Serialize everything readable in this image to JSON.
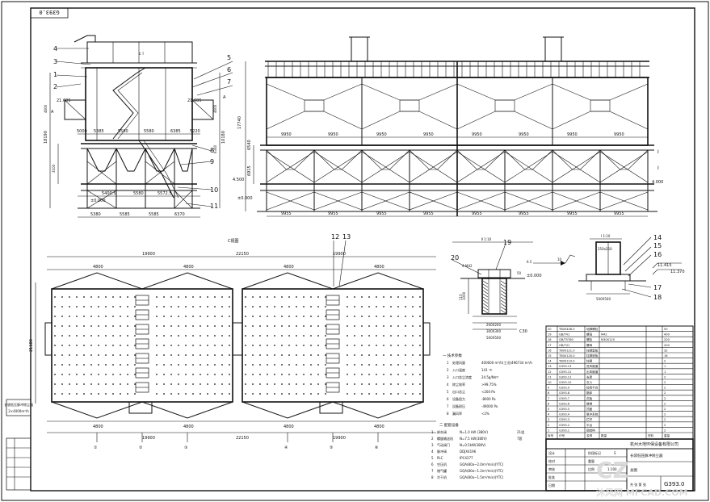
{
  "drawing": {
    "number": "G393.0",
    "number_rot": "G393.0",
    "scale": "1:100"
  },
  "watermark": {
    "brand": "CZ",
    "site": "沐风网 MFCAD.COM"
  },
  "front_elevation": {
    "dims_top_left": [
      "5000",
      "5385",
      "5580",
      "5580",
      "6385",
      "5220"
    ],
    "dims_bottom_left": [
      "5400.5",
      "5580",
      "5572.5"
    ],
    "dims_base": [
      "5380",
      "5585",
      "5585",
      "6370"
    ],
    "h_total": "18190",
    "h_right": "10180",
    "elev_21605_left": "21.605",
    "elev_21605_right": "21.605",
    "elev_4500": "4.500",
    "elev_0": "±0.000",
    "dim_4600_l": "4600",
    "dim_4600_r": "4600",
    "dim_3100": "3100",
    "dim_6340": "6340",
    "label_A": "A",
    "label_c": "c l",
    "callouts_left": [
      "4",
      "3",
      "1",
      "2"
    ],
    "callouts_right": [
      "5",
      "6",
      "7",
      "8",
      "9",
      "10",
      "11"
    ]
  },
  "side_elevation": {
    "dims_top": [
      "9950",
      "9950",
      "9950",
      "9950",
      "9950",
      "9950",
      "9950",
      "9950"
    ],
    "dims_bottom": [
      "9955",
      "9955",
      "9955",
      "9955",
      "9955",
      "9955",
      "9955",
      "9955"
    ],
    "h_total": "17740",
    "dim_6540": "6540",
    "dim_6915": "6915",
    "elev_4500": "4.500",
    "elev_0": "±0.000",
    "elev_right": "4.000",
    "label_I": "I"
  },
  "plan": {
    "dims_top": [
      "19900",
      "22150",
      "19900"
    ],
    "dims_4800": [
      "4800",
      "4800",
      "4800",
      "4800"
    ],
    "dims_bottom": [
      "19900",
      "22150",
      "19900"
    ],
    "dims_4800_b": [
      "4800",
      "4800",
      "4800",
      "4800"
    ],
    "dim_height": "21180",
    "title": "C视图",
    "callouts": [
      "12",
      "13"
    ],
    "axis_labels": [
      "①",
      "②",
      "③",
      "④",
      "⑤",
      "⑥"
    ]
  },
  "detail_1": {
    "title": "Ⅱ 1:10",
    "callouts": [
      "19",
      "20"
    ],
    "dims": [
      "4-M42",
      "110",
      "1000",
      "200X200",
      "300X300",
      "500X500"
    ],
    "elev": "±0.000",
    "dim_50": "50",
    "dim_65": "6.5",
    "dim_10": "10",
    "label_c30": "C30"
  },
  "detail_2": {
    "title": "I 1:10",
    "dim_top": "250x250",
    "callouts": [
      "14",
      "15",
      "16",
      "17",
      "18"
    ],
    "elev_1": "11.415",
    "elev_2": "11.370",
    "dim_bottom": "500X500"
  },
  "tech_spec": {
    "heading_1": "一 技术参数",
    "items": [
      {
        "n": "1",
        "name": "处理风量",
        "value": "400000 m³/h(工况)496734 m³/h"
      },
      {
        "n": "2",
        "name": "入口温度",
        "value": "141 ℃"
      },
      {
        "n": "3",
        "name": "入口含尘浓度",
        "value": "24.5g/Nm³"
      },
      {
        "n": "4",
        "name": "除尘效率",
        "value": ">99.75%"
      },
      {
        "n": "5",
        "name": "出口含尘",
        "value": "<200 Pa"
      },
      {
        "n": "6",
        "name": "设备阻力",
        "value": "-8000 Pa"
      },
      {
        "n": "7",
        "name": "设备耐压",
        "value": "-49000 Pa"
      },
      {
        "n": "8",
        "name": "漏风率",
        "value": "<2%"
      }
    ],
    "heading_2": "二 配套设备",
    "items_2": [
      {
        "n": "1",
        "name": "卸灰阀",
        "value": "N=1.0 kW (380V)",
        "extra": "21组"
      },
      {
        "n": "2",
        "name": "螺旋输送机",
        "value": "N=7.5 kW(380V)",
        "extra": "7套"
      },
      {
        "n": "3",
        "name": "气动阀门",
        "value": "N=0.5kW(380V)",
        "extra": ""
      },
      {
        "n": "4",
        "name": "脉冲阀",
        "value": "DDJX4196",
        "extra": ""
      },
      {
        "n": "5",
        "name": "PLC",
        "value": "IPC4377",
        "extra": ""
      },
      {
        "n": "6",
        "name": "空压机",
        "value": "GQA(80a~2.0m³/min)(YTC)",
        "extra": ""
      },
      {
        "n": "7",
        "name": "储气罐",
        "value": "GQA(80a~1.2m³/min)(YTC)",
        "extra": ""
      },
      {
        "n": "8",
        "name": "冷干机",
        "value": "GQA(80a~1.5m³/min)(YTC)",
        "extra": ""
      }
    ]
  },
  "bom": {
    "rows": [
      {
        "no": "20",
        "code": "TB00408.0",
        "name": "地脚螺栓",
        "qty": "",
        "mat": "",
        "weight": "50"
      },
      {
        "no": "19",
        "code": "GB/T41",
        "name": "螺母",
        "qty": "M42",
        "mat": "",
        "weight": "400"
      },
      {
        "no": "18",
        "code": "GB/T5780",
        "name": "螺栓",
        "qty": "M30X120",
        "mat": "",
        "weight": "200"
      },
      {
        "no": "17",
        "code": "GB/T41",
        "name": "螺母",
        "qty": "",
        "mat": "",
        "weight": "200"
      },
      {
        "no": "16",
        "code": "TB00121.0",
        "name": "柱脚垫板",
        "qty": "",
        "mat": "",
        "weight": "32"
      },
      {
        "no": "15",
        "code": "TB00120.0",
        "name": "柱脚底板",
        "qty": "",
        "mat": "",
        "weight": "16"
      },
      {
        "no": "14",
        "code": "TB00119.0",
        "name": "柱脚",
        "qty": "",
        "mat": "",
        "weight": "2"
      },
      {
        "no": "13",
        "code": "G393.13",
        "name": "进风烟道",
        "qty": "",
        "mat": "",
        "weight": "1"
      },
      {
        "no": "12",
        "code": "G393.12",
        "name": "出风烟道",
        "qty": "",
        "mat": "",
        "weight": "1"
      },
      {
        "no": "11",
        "code": "G393.11",
        "name": "支架",
        "qty": "",
        "mat": "",
        "weight": "2"
      },
      {
        "no": "10",
        "code": "G393.10",
        "name": "灰斗",
        "qty": "",
        "mat": "",
        "weight": "2"
      },
      {
        "no": "9",
        "code": "G393.9",
        "name": "检修平台",
        "qty": "",
        "mat": "",
        "weight": "2"
      },
      {
        "no": "8",
        "code": "G393.8",
        "name": "箱体",
        "qty": "",
        "mat": "",
        "weight": "2"
      },
      {
        "no": "7",
        "code": "G393.7",
        "name": "花板",
        "qty": "",
        "mat": "",
        "weight": "2"
      },
      {
        "no": "6",
        "code": "G393.6",
        "name": "楼梯",
        "qty": "",
        "mat": "",
        "weight": "2"
      },
      {
        "no": "5",
        "code": "G393.5",
        "name": "顶盖",
        "qty": "",
        "mat": "",
        "weight": "2"
      },
      {
        "no": "4",
        "code": "G393.4",
        "name": "脉冲系统",
        "qty": "",
        "mat": "",
        "weight": "2"
      },
      {
        "no": "3",
        "code": "G393.3",
        "name": "栏杆",
        "qty": "",
        "mat": "",
        "weight": "2"
      },
      {
        "no": "2",
        "code": "G393.2",
        "name": "平台",
        "qty": "",
        "mat": "",
        "weight": "2"
      },
      {
        "no": "1",
        "code": "G393.1",
        "name": "钢结构",
        "qty": "",
        "mat": "",
        "weight": "2"
      }
    ],
    "header": {
      "no": "序号",
      "code": "代号",
      "name": "名称",
      "qty": "数量",
      "mat": "材料",
      "weight": "重量"
    }
  },
  "title_block": {
    "company": "杭州大地环保设备有限公司",
    "project": "长袋低压脉冲除尘器",
    "drawing_name": "总图",
    "labels": [
      "设计",
      "校对",
      "审核",
      "批准",
      "日期"
    ],
    "stage_labels": [
      "阶段标记",
      "重量",
      "比例"
    ],
    "stage": "S",
    "scale": "1:100",
    "number": "G393.0",
    "sheet": "共 张 第 张"
  },
  "left_stamp": {
    "line1": "长袋低压脉冲除尘器",
    "line2": "2×4000m³/h"
  }
}
